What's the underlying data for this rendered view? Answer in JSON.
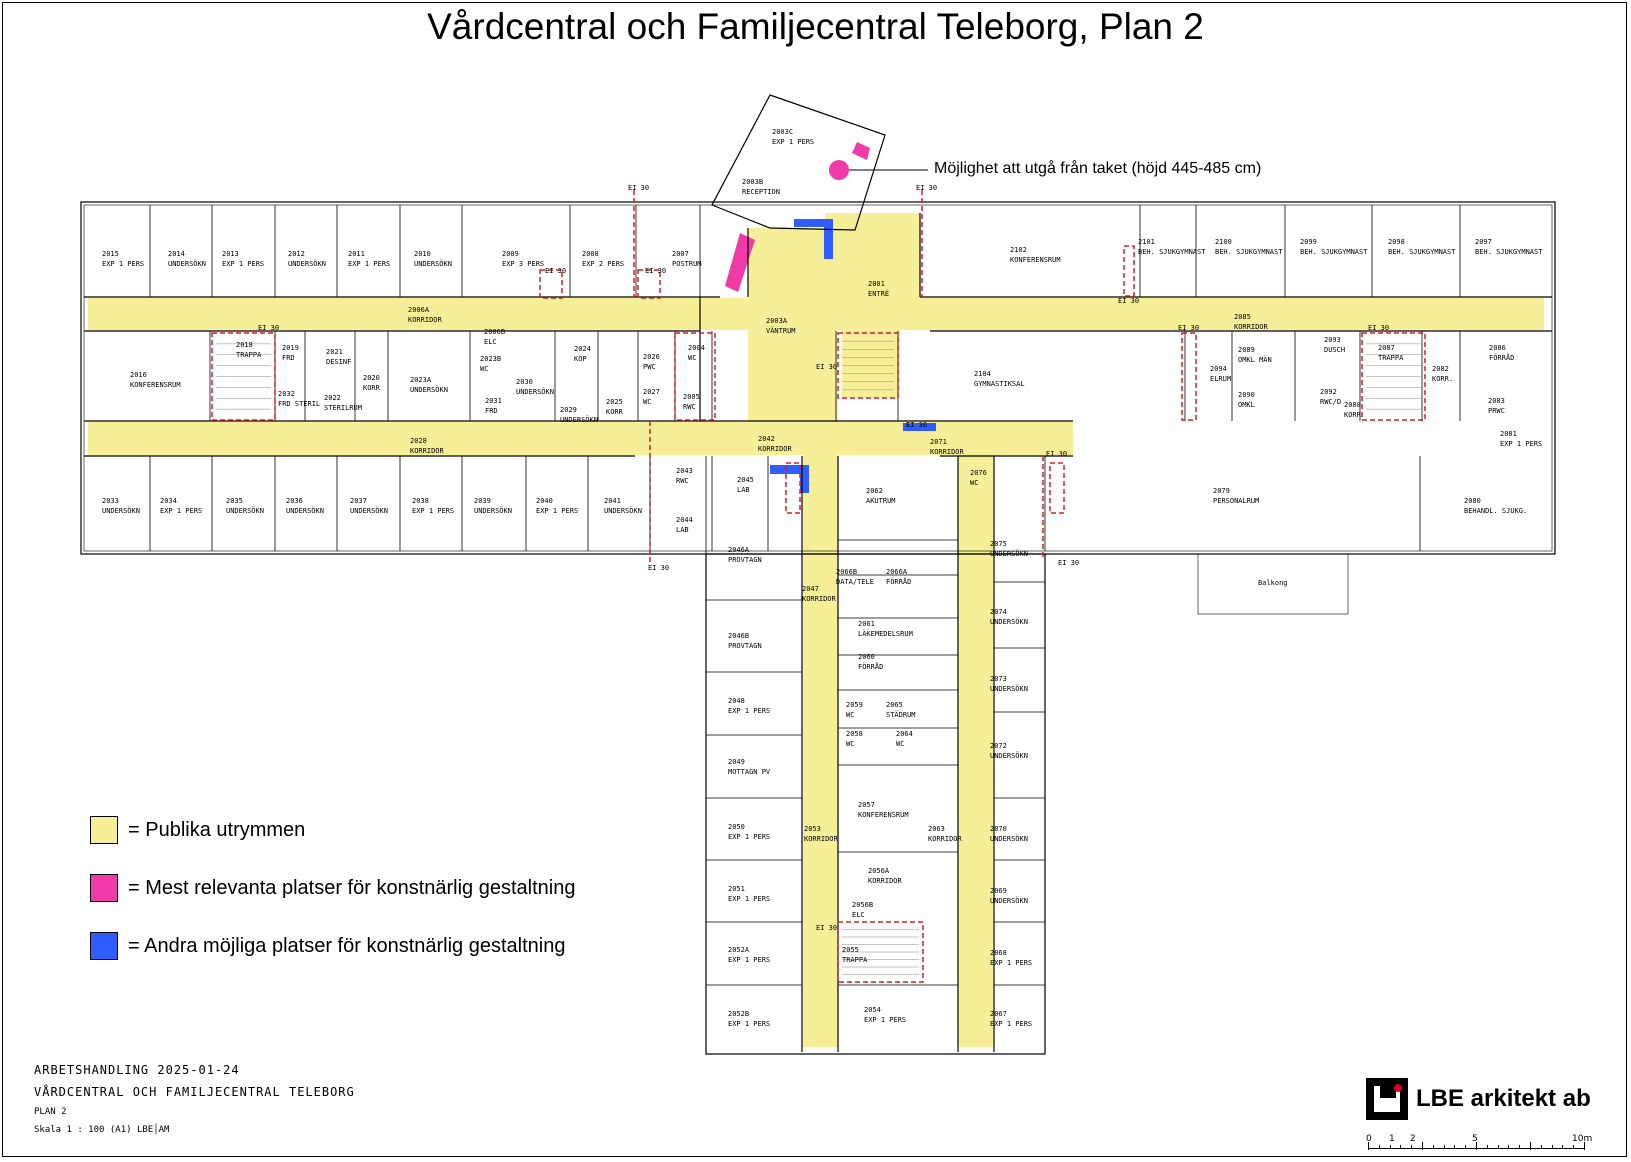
{
  "title": "Vårdcentral och Familjecentral Teleborg, Plan 2",
  "roof_note": "Möjlighet att utgå från taket (höjd 445-485 cm)",
  "legend": [
    {
      "color": "#f7ef97",
      "label": "= Publika utrymmen"
    },
    {
      "color": "#f03aa8",
      "label": "= Mest relevanta platser för konstnärlig gestaltning"
    },
    {
      "color": "#2f5dff",
      "label": "= Andra möjliga platser för konstnärlig gestaltning"
    }
  ],
  "footer": {
    "line1": "ARBETSHANDLING 2025-01-24",
    "line2": "VÅRDCENTRAL OCH FAMILJECENTRAL TELEBORG",
    "line3": "PLAN 2",
    "line4": "Skala 1 : 100 (A1)  LBE│AM"
  },
  "logo": "LBE arkitekt ab",
  "scale_labels": [
    "0",
    "1",
    "2",
    "5",
    "10m"
  ],
  "fire_label": "EI 30",
  "balcony": "Balkong",
  "colors": {
    "public": "#f7ef97",
    "relevant": "#f03aa8",
    "possible": "#2f5dff",
    "fire": "#d0202a"
  },
  "rooms": [
    {
      "n": "2015",
      "t": "EXP 1 PERS"
    },
    {
      "n": "2014",
      "t": "UNDERSÖKN"
    },
    {
      "n": "2013",
      "t": "EXP 1 PERS"
    },
    {
      "n": "2012",
      "t": "UNDERSÖKN"
    },
    {
      "n": "2011",
      "t": "EXP 1 PERS"
    },
    {
      "n": "2010",
      "t": "UNDERSÖKN"
    },
    {
      "n": "2009",
      "t": "EXP 3 PERS"
    },
    {
      "n": "2008",
      "t": "EXP 2 PERS"
    },
    {
      "n": "2007",
      "t": "POSTRUM"
    },
    {
      "n": "2003C",
      "t": "EXP 1 PERS"
    },
    {
      "n": "2003B",
      "t": "RECEPTION"
    },
    {
      "n": "2001",
      "t": "ENTRÉ"
    },
    {
      "n": "2003A",
      "t": "VÄNTRUM"
    },
    {
      "n": "2006A",
      "t": "KORRIDOR"
    },
    {
      "n": "2102",
      "t": "KONFERENSRUM"
    },
    {
      "n": "2101",
      "t": "BEH. SJUKGYMNAST"
    },
    {
      "n": "2100",
      "t": "BEH. SJUKGYMNAST"
    },
    {
      "n": "2099",
      "t": "BEH. SJUKGYMNAST"
    },
    {
      "n": "2098",
      "t": "BEH. SJUKGYMNAST"
    },
    {
      "n": "2097",
      "t": "BEH. SJUKGYMNAST"
    },
    {
      "n": "2085",
      "t": "KORRIDOR"
    },
    {
      "n": "2016",
      "t": "KONFERENSRUM"
    },
    {
      "n": "2018",
      "t": "TRAPPA"
    },
    {
      "n": "2019",
      "t": "FRD"
    },
    {
      "n": "2021",
      "t": "DESINF"
    },
    {
      "n": "2020",
      "t": "KORR"
    },
    {
      "n": "2032",
      "t": "FRD STERIL"
    },
    {
      "n": "2022",
      "t": "STERILRUM"
    },
    {
      "n": "2023A",
      "t": "UNDERSÖKN"
    },
    {
      "n": "2006B",
      "t": "ELC"
    },
    {
      "n": "2023B",
      "t": "WC"
    },
    {
      "n": "2030",
      "t": "UNDERSÖKN"
    },
    {
      "n": "2031",
      "t": "FRD"
    },
    {
      "n": "2029",
      "t": "UNDERSÖKN"
    },
    {
      "n": "2024",
      "t": "KOP"
    },
    {
      "n": "2025",
      "t": "KORR"
    },
    {
      "n": "2026",
      "t": "PWC"
    },
    {
      "n": "2027",
      "t": "WC"
    },
    {
      "n": "2004",
      "t": "WC"
    },
    {
      "n": "2005",
      "t": "RWC"
    },
    {
      "n": "2104",
      "t": "GYMNASTIKSAL"
    },
    {
      "n": "2094",
      "t": "ELRUM"
    },
    {
      "n": "2089",
      "t": "OMKL MÄN"
    },
    {
      "n": "2090",
      "t": "OMKL"
    },
    {
      "n": "2088",
      "t": "KORR"
    },
    {
      "n": "2093",
      "t": "DUSCH"
    },
    {
      "n": "2092",
      "t": "RWC/D"
    },
    {
      "n": "2087",
      "t": "TRAPPA"
    },
    {
      "n": "2082",
      "t": "KORR."
    },
    {
      "n": "2086",
      "t": "FÖRRÅD"
    },
    {
      "n": "2083",
      "t": "PRWC"
    },
    {
      "n": "2028",
      "t": "KORRIDOR"
    },
    {
      "n": "2042",
      "t": "KORRIDOR"
    },
    {
      "n": "2071",
      "t": "KORRIDOR"
    },
    {
      "n": "2081",
      "t": "EXP 1 PERS"
    },
    {
      "n": "2033",
      "t": "UNDERSÖKN"
    },
    {
      "n": "2034",
      "t": "EXP 1 PERS"
    },
    {
      "n": "2035",
      "t": "UNDERSÖKN"
    },
    {
      "n": "2036",
      "t": "UNDERSÖKN"
    },
    {
      "n": "2037",
      "t": "UNDERSÖKN"
    },
    {
      "n": "2038",
      "t": "EXP 1 PERS"
    },
    {
      "n": "2039",
      "t": "UNDERSÖKN"
    },
    {
      "n": "2040",
      "t": "EXP 1 PERS"
    },
    {
      "n": "2041",
      "t": "UNDERSÖKN"
    },
    {
      "n": "2043",
      "t": "RWC"
    },
    {
      "n": "2045",
      "t": "LAB"
    },
    {
      "n": "2044",
      "t": "LAB"
    },
    {
      "n": "2062",
      "t": "AKUTRUM"
    },
    {
      "n": "2076",
      "t": "WC"
    },
    {
      "n": "2079",
      "t": "PERSONALRUM"
    },
    {
      "n": "2080",
      "t": "BEHANDL. SJUKG."
    },
    {
      "n": "2046A",
      "t": "PROVTAGN"
    },
    {
      "n": "2066B",
      "t": "DATA/TELE"
    },
    {
      "n": "2066A",
      "t": "FÖRRÅD"
    },
    {
      "n": "2047",
      "t": "KORRIDOR"
    },
    {
      "n": "2075",
      "t": "UNDERSÖKN"
    },
    {
      "n": "2046B",
      "t": "PROVTAGN"
    },
    {
      "n": "2061",
      "t": "LÄKEMEDELSRUM"
    },
    {
      "n": "2074",
      "t": "UNDERSÖKN"
    },
    {
      "n": "2060",
      "t": "FÖRRÅD"
    },
    {
      "n": "2048",
      "t": "EXP 1 PERS"
    },
    {
      "n": "2059",
      "t": "WC"
    },
    {
      "n": "2065",
      "t": "STÄDRUM"
    },
    {
      "n": "2073",
      "t": "UNDERSÖKN"
    },
    {
      "n": "2058",
      "t": "WC"
    },
    {
      "n": "2064",
      "t": "WC"
    },
    {
      "n": "2049",
      "t": "MOTTAGN PV"
    },
    {
      "n": "2072",
      "t": "UNDERSÖKN"
    },
    {
      "n": "2057",
      "t": "KONFERENSRUM"
    },
    {
      "n": "2050",
      "t": "EXP 1 PERS"
    },
    {
      "n": "2053",
      "t": "KORRIDOR"
    },
    {
      "n": "2063",
      "t": "KORRIDOR"
    },
    {
      "n": "2070",
      "t": "UNDERSÖKN"
    },
    {
      "n": "2056A",
      "t": "KORRIDOR"
    },
    {
      "n": "2051",
      "t": "EXP 1 PERS"
    },
    {
      "n": "2069",
      "t": "UNDERSÖKN"
    },
    {
      "n": "2056B",
      "t": "ELC"
    },
    {
      "n": "2055",
      "t": "TRAPPA"
    },
    {
      "n": "2052A",
      "t": "EXP 1 PERS"
    },
    {
      "n": "2068",
      "t": "EXP 1 PERS"
    },
    {
      "n": "2054",
      "t": "EXP 1 PERS"
    },
    {
      "n": "2052B",
      "t": "EXP 1 PERS"
    },
    {
      "n": "2067",
      "t": "EXP 1 PERS"
    }
  ]
}
